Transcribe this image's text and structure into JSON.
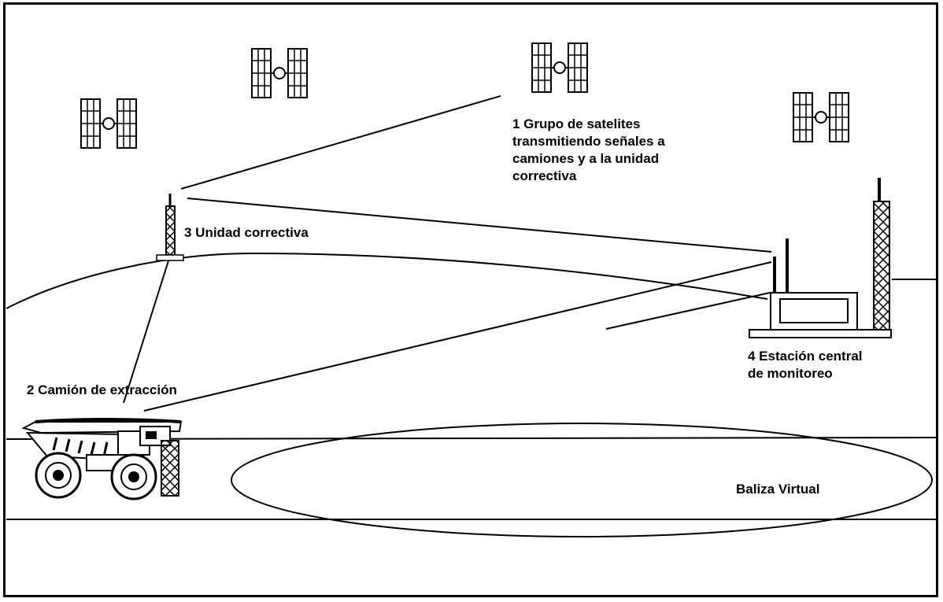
{
  "labels": {
    "satellites": "1 Grupo de satelites\ntransmitiendo señales a\ncamiones y a la unidad\ncorrectiva",
    "corrective_unit": "3 Unidad correctiva",
    "central_station": "4 Estación central\nde monitoreo",
    "truck": "2 Camión de extracción",
    "virtual_beacon": "Baliza Virtual"
  },
  "icons": [
    "satellite-icon",
    "antenna-tower-icon",
    "monitoring-station-icon",
    "mining-truck-icon"
  ]
}
